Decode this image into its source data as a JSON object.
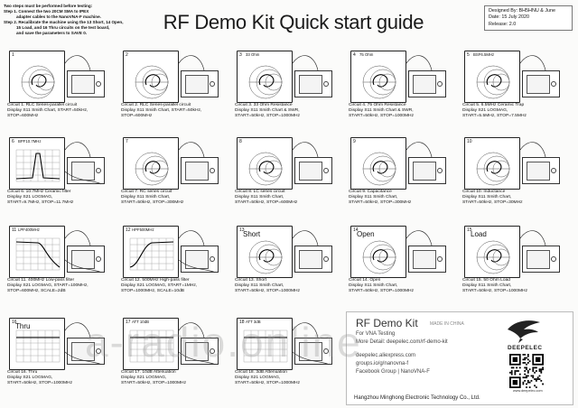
{
  "instructions": [
    "Two steps must be performed before testing:",
    "Step 1. Connect the two 20CM SMA to IPEX",
    "adapter cables to the NanoVNA-F machine.",
    "Step 2. Recalibrate the machine using the 13 Short, 14 Open,",
    "15 Load, and 16 Thru circuits on the test board,",
    "and save the parameters to SAVE 0."
  ],
  "title": "RF Demo Kit Quick start guide",
  "design_info": [
    "Designed By: BH5HNU & June",
    "Date: 15 July 2020",
    "Release: 2.0"
  ],
  "circuits": [
    {
      "num": "1",
      "tag": "",
      "plot": "smith",
      "lines": [
        "Circuit 1. RLC Series-parallel circuit",
        "Display S11 Smith Chart, START=50kHz,",
        "STOP=600MHz"
      ]
    },
    {
      "num": "2",
      "tag": "",
      "plot": "smith",
      "lines": [
        "Circuit 2. RLC Series-parallel circuit",
        "Display S11 Smith Chart, START=50kHz,",
        "STOP=600MHz"
      ]
    },
    {
      "num": "3",
      "tag": "33 Ohm",
      "plot": "smith",
      "lines": [
        "Circuit 3. 33 Ohm Resistance",
        "Display S11 Smith Chart & SWR,",
        "START=50kHz, STOP=1000MHz"
      ]
    },
    {
      "num": "4",
      "tag": "75 Ohm",
      "plot": "smith",
      "lines": [
        "Circuit 4. 75 Ohm Resistance",
        "Display S11 Smith Chart & SWR,",
        "START=50kHz, STOP=1000MHz"
      ]
    },
    {
      "num": "5",
      "tag": "BSF6.5MHz",
      "plot": "smith",
      "lines": [
        "Circuit 5. 6.5MHz Ceramic Trap",
        "Display S21 LOGMAG,",
        "START=5.5MHz, STOP=7.5MHz"
      ]
    },
    {
      "num": "6",
      "tag": "BPF10.7MHz",
      "plot": "peak",
      "lines": [
        "Circuit 6. 10.7MHz Ceramic filter",
        "Display S21 LOGMAG,",
        "START=9.7MHz, STOP=11.7MHz"
      ]
    },
    {
      "num": "7",
      "tag": "",
      "plot": "smith",
      "lines": [
        "Circuit 7. RC series circuit",
        "Display S11 Smith Chart,",
        "START=50kHz, STOP=300MHz"
      ]
    },
    {
      "num": "8",
      "tag": "",
      "plot": "smith",
      "lines": [
        "Circuit 8. LC series circuit",
        "Display S11 Smith Chart,",
        "START=50kHz, STOP=600MHz"
      ]
    },
    {
      "num": "9",
      "tag": "",
      "plot": "smith",
      "lines": [
        "Circuit 9. Capacitance",
        "Display S11 Smith Chart,",
        "START=50kHz, STOP=300MHz"
      ]
    },
    {
      "num": "10",
      "tag": "",
      "plot": "smith",
      "lines": [
        "Circuit 10. Inductance",
        "Display S11 Smith Chart,",
        "START=50kHz, STOP=30MHz"
      ]
    },
    {
      "num": "11",
      "tag": "LPF400MHz",
      "plot": "lowpass",
      "lines": [
        "Circuit 11. 400MHz Low-pass filter",
        "Display S21 LOGMAG, START=100MHz,",
        "STOP=600MHz, SCALE=2dB"
      ]
    },
    {
      "num": "12",
      "tag": "HPF500MHz",
      "plot": "highpass",
      "lines": [
        "Circuit 12. 500MHz High-pass filter",
        "Display S21 LOGMAG, START=1MHz,",
        "STOP=1000MHz, SCALE=10dB"
      ]
    },
    {
      "num": "13",
      "tag": "Short",
      "plot": "smith",
      "lines": [
        "Circuit 13. Short",
        "Display S11 Smith Chart,",
        "START=50kHz, STOP=1000MHz"
      ]
    },
    {
      "num": "14",
      "tag": "Open",
      "plot": "smith",
      "lines": [
        "Circuit 14. Open",
        "Display S11 Smith Chart,",
        "START=50kHz, STOP=1000MHz"
      ]
    },
    {
      "num": "15",
      "tag": "Load",
      "plot": "smith",
      "lines": [
        "Circuit 15. 50 Ohm Load",
        "Display S11 Smith Chart,",
        "START=50kHz, STOP=1000MHz"
      ]
    },
    {
      "num": "16",
      "tag": "Thru",
      "plot": "thru",
      "lines": [
        "Circuit 16. Thru",
        "Display S21 LOGMAG,",
        "START=50kHz, STOP=1000MHz"
      ]
    },
    {
      "num": "17",
      "tag": "ATT 10dB",
      "plot": "thru",
      "lines": [
        "Circuit 17. 10dB Attenuation",
        "Display S21 LOGMAG,",
        "START=50kHz, STOP=1000MHz"
      ]
    },
    {
      "num": "18",
      "tag": "ATT 3dB",
      "plot": "thru",
      "lines": [
        "Circuit 18. 3dB Attenuation",
        "Display S21 LOGMAG,",
        "START=50kHz, STOP=1000MHz"
      ]
    }
  ],
  "kit": {
    "title": "RF Demo Kit",
    "made": "MADE IN CHINA",
    "lines": [
      "For VNA Testing",
      "More Detail: deepelec.com/rf-demo-kit",
      "deepelec.aliexpress.com",
      "groups.io/g/nanovna-f",
      "Facebook Group | NanoVNA-F"
    ],
    "footer": "Hangzhou Minghong Electronic Technology Co., Ltd.",
    "logo": "DEEPELEC",
    "qr_caption": "www.deepelec.com"
  },
  "watermark": "a-radio.online"
}
